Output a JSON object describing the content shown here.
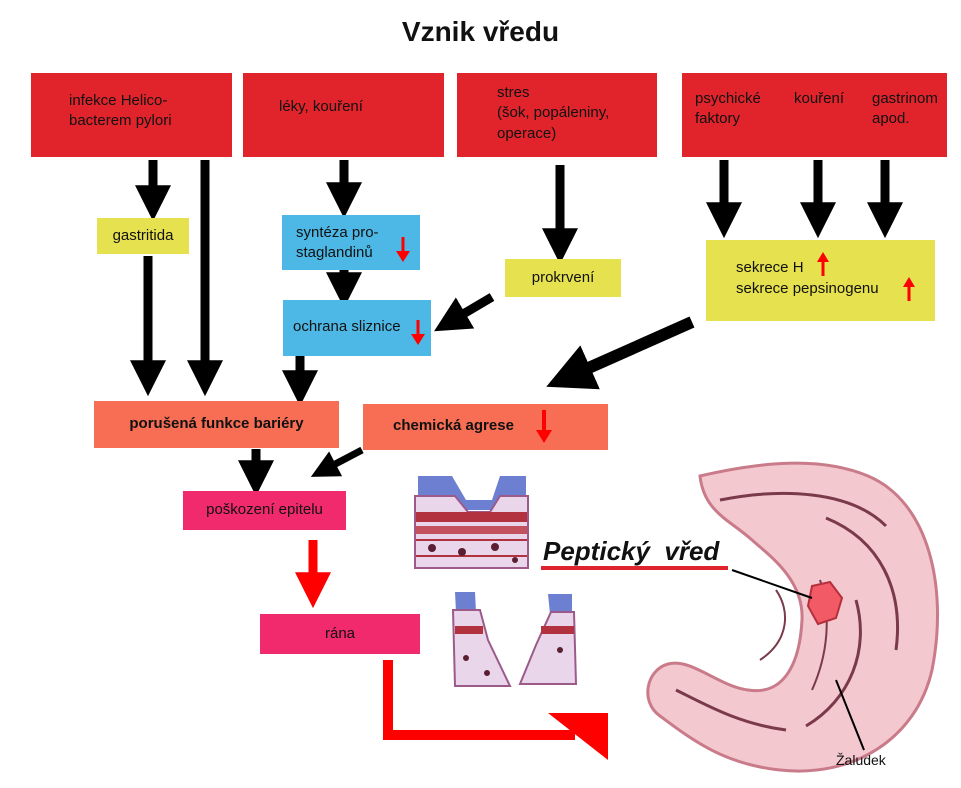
{
  "title": "Vznik vředu",
  "causes": {
    "helicobacter": "infekce Helico-\nbacterem pylori",
    "drugs": "léky, kouření",
    "stress": "stres\n(šok, popáleniny,\noperace)",
    "psychic": "psychické\nfaktory",
    "smoking": "kouření",
    "gastrinoma": "gastrinom\napod."
  },
  "nodes": {
    "gastritis": "gastritida",
    "prostaglandin": "syntéza pro-\nstaglandinů",
    "mucosa": "ochrana sliznice",
    "blood_flow": "prokrvení",
    "secretion_h": "sekrece H",
    "secretion_pepsinogen": "sekrece pepsinogenu",
    "barrier": "porušená funkce bariéry",
    "chemical": "chemická agrese",
    "epithelium": "poškození epitelu",
    "wound": "rána"
  },
  "peptic_ulcer": "Peptický  vřed",
  "stomach_label": "Žaludek",
  "colors": {
    "cause": "#e1242c",
    "intermediate_yellow": "#e6e14e",
    "intermediate_blue": "#4db8e6",
    "outcome_salmon": "#f76e55",
    "outcome_pink": "#f02a6d",
    "arrow_black": "#000000",
    "arrow_red": "#ff0000"
  },
  "icons": {
    "decrease": "red-down-arrow-icon",
    "increase": "red-up-arrow-icon"
  }
}
